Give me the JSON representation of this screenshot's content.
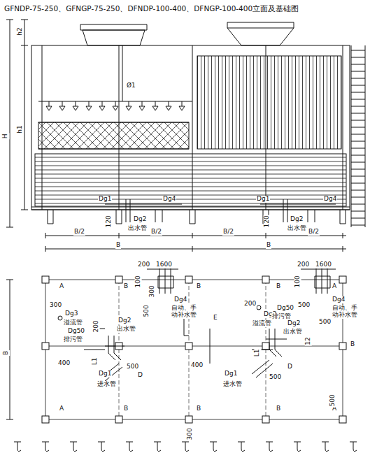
{
  "diagram": {
    "title": "GFNDP-75-250、GFNGP-75-250、DFNDP-100-400、DFNGP-100-400立面及基础图",
    "labels": [
      "h2",
      "H",
      "h1",
      "Ø1",
      "Dg1",
      "Dg4",
      "120",
      "Dg2",
      "出水管",
      "Dg1",
      "Dg4",
      "120",
      "Dg2",
      "出水管",
      "B/2",
      "B/2",
      "B/2",
      "B/2",
      "B",
      "B",
      "A",
      "B",
      "B",
      "B",
      "A",
      "200",
      "1600",
      "100",
      "300",
      "Dg4",
      "自动、手动补水管",
      "200",
      "1600",
      "100",
      "Dg4",
      "自动、手动补水管",
      "300",
      "Dg3",
      "溢流管",
      "Dg50",
      "排污管",
      "200",
      "Dg2",
      "出水管",
      "400",
      "L1",
      "Dg1",
      "进水管",
      "500",
      "D",
      "500",
      "E",
      "400",
      "200",
      "Dg3",
      "溢流管",
      "Dg50",
      "排污管",
      "500",
      "500",
      "Dg2",
      "出水管",
      "12",
      "L1",
      "Dg1",
      "进水管",
      "500",
      "D",
      "B",
      "B",
      "A",
      "B",
      "B",
      "B",
      "A",
      "500",
      "300"
    ]
  }
}
